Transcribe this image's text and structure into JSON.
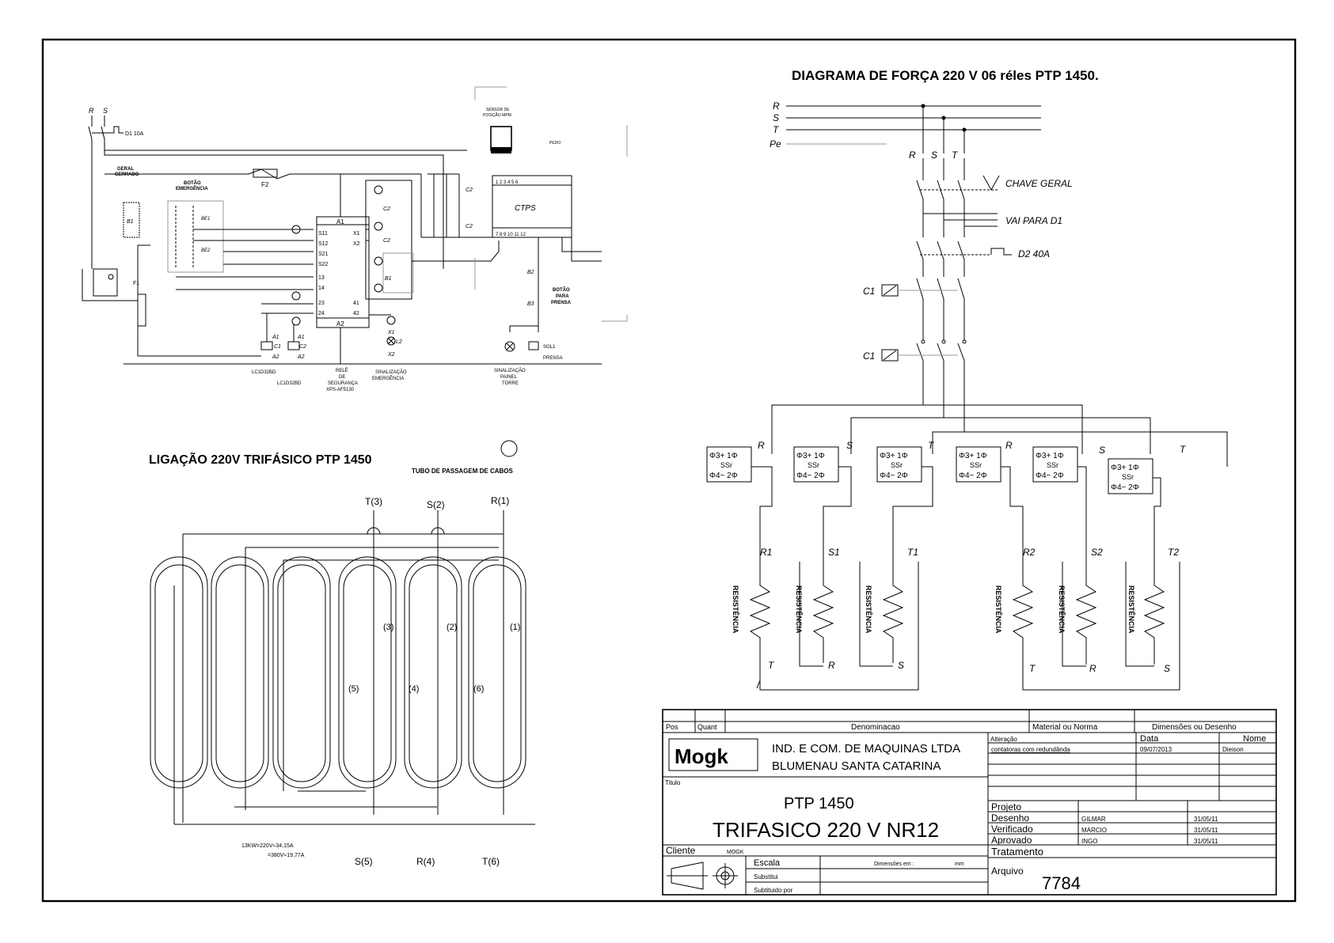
{
  "titles": {
    "forca": "DIAGRAMA DE  FORÇA 220 V 06 réles PTP 1450.",
    "ligacao": "LIGAÇÃO 220V TRIFÁSICO  PTP 1450",
    "tubo": "TUBO DE PASSAGEM DE CABOS"
  },
  "power": {
    "lines": [
      "R",
      "S",
      "T",
      "Pe"
    ],
    "terminals": [
      "R",
      "S",
      "T"
    ],
    "chave_geral": "CHAVE GERAL",
    "vai_para_d1": "VAI PARA D1",
    "d2": "D2 40A",
    "c1": "C1",
    "ssr_labels": [
      "Φ3+  1Φ",
      "SSr",
      "Φ4−  2Φ"
    ],
    "ssr_phase": [
      "R",
      "S",
      "T",
      "R",
      "S",
      "T"
    ],
    "res_top": [
      "R1",
      "S1",
      "T1",
      "R2",
      "S2",
      "T2"
    ],
    "res_bottom": [
      "T",
      "R",
      "S",
      "T",
      "R",
      "S"
    ],
    "resistencia": "RESISTÊNCIA"
  },
  "control": {
    "rs": [
      "R",
      "S"
    ],
    "d1": "D1 10A",
    "geral": [
      "GERAL",
      "CERRADO"
    ],
    "botao_emerg": [
      "BOTÃO",
      "EMERGÊNCIA"
    ],
    "f2": "F2",
    "f1": "F1",
    "sensor": [
      "SENSOR DE",
      "POSIÇÃO MPM"
    ],
    "ctps": "CTPS",
    "pedo": "PEDO",
    "relay_pins_left": [
      "S11",
      "S12",
      "S21",
      "S22",
      "13",
      "14",
      "23",
      "24"
    ],
    "relay_pins_right": [
      "X1",
      "X2",
      "41",
      "42"
    ],
    "a1": "A1",
    "a2": "A2",
    "contactor_labels": [
      "LC1D32BD",
      "LC1D32BD"
    ],
    "rele": [
      "RELÊ",
      "DE",
      "SEGURANÇA",
      "XPS-AF5130"
    ],
    "sinal_emerg": [
      "SINALIZAÇÃO",
      "EMERGÊNCIA"
    ],
    "sinal_painel": [
      "SINALIZAÇÃO",
      "PAINEL",
      "TORRE"
    ],
    "botao_prensa": [
      "BOTÃO",
      "PARA",
      "PRENSA"
    ],
    "sol1": "SOL1",
    "prensa": "PRENSA",
    "c2": "C2",
    "b1": "B1",
    "b2": "B2",
    "b3": "B3"
  },
  "wiring": {
    "top_terminals": [
      "T(3)",
      "S(2)",
      "R(1)"
    ],
    "mid_labels": [
      "(3)",
      "(2)",
      "(1)",
      "(5)",
      "(4)",
      "(6)"
    ],
    "bottom_terminals": [
      "S(5)",
      "R(4)",
      "T(6)"
    ],
    "power_note": [
      "13KW=220V≈34,15A",
      "=380V≈19,77A"
    ]
  },
  "title_block": {
    "pos": "Pos",
    "quant": "Quant",
    "denominacao": "Denominacao",
    "material": "Material ou Norma",
    "dimensoes": "Dimensões ou Desenho",
    "logo": "Mogk",
    "company_line1": "IND. E COM. DE MAQUINAS LTDA",
    "company_line2": "BLUMENAU     SANTA CATARINA",
    "alteracao": "Alteração",
    "data_h": "Data",
    "nome_h": "Nome",
    "alteracao_val": "contatoras com redundânda",
    "data_val": "09/07/2013",
    "nome_val": "Dieison",
    "titulo_label": "Titulo",
    "titulo_line1": "PTP 1450",
    "titulo_line2": "TRIFASICO  220 V NR12",
    "projeto": "Projeto",
    "desenho": "Desenho",
    "verificado": "Verificado",
    "aprovado": "Aprovado",
    "desenho_nome": "GILMAR",
    "verificado_nome": "MARCIO",
    "aprovado_nome": "INGO",
    "datas": [
      "31/05/11",
      "31/05/11",
      "31/05/11"
    ],
    "cliente": "Cliente",
    "cliente_val": "MOGK",
    "escala": "Escala",
    "dimensoes_em": "Dimensões em :",
    "mm": "mm",
    "substitui": "Substitui",
    "substituido": "Subtituido por",
    "tratamento": "Tratamento",
    "arquivo": "Arquivo",
    "arquivo_val": "7784"
  }
}
